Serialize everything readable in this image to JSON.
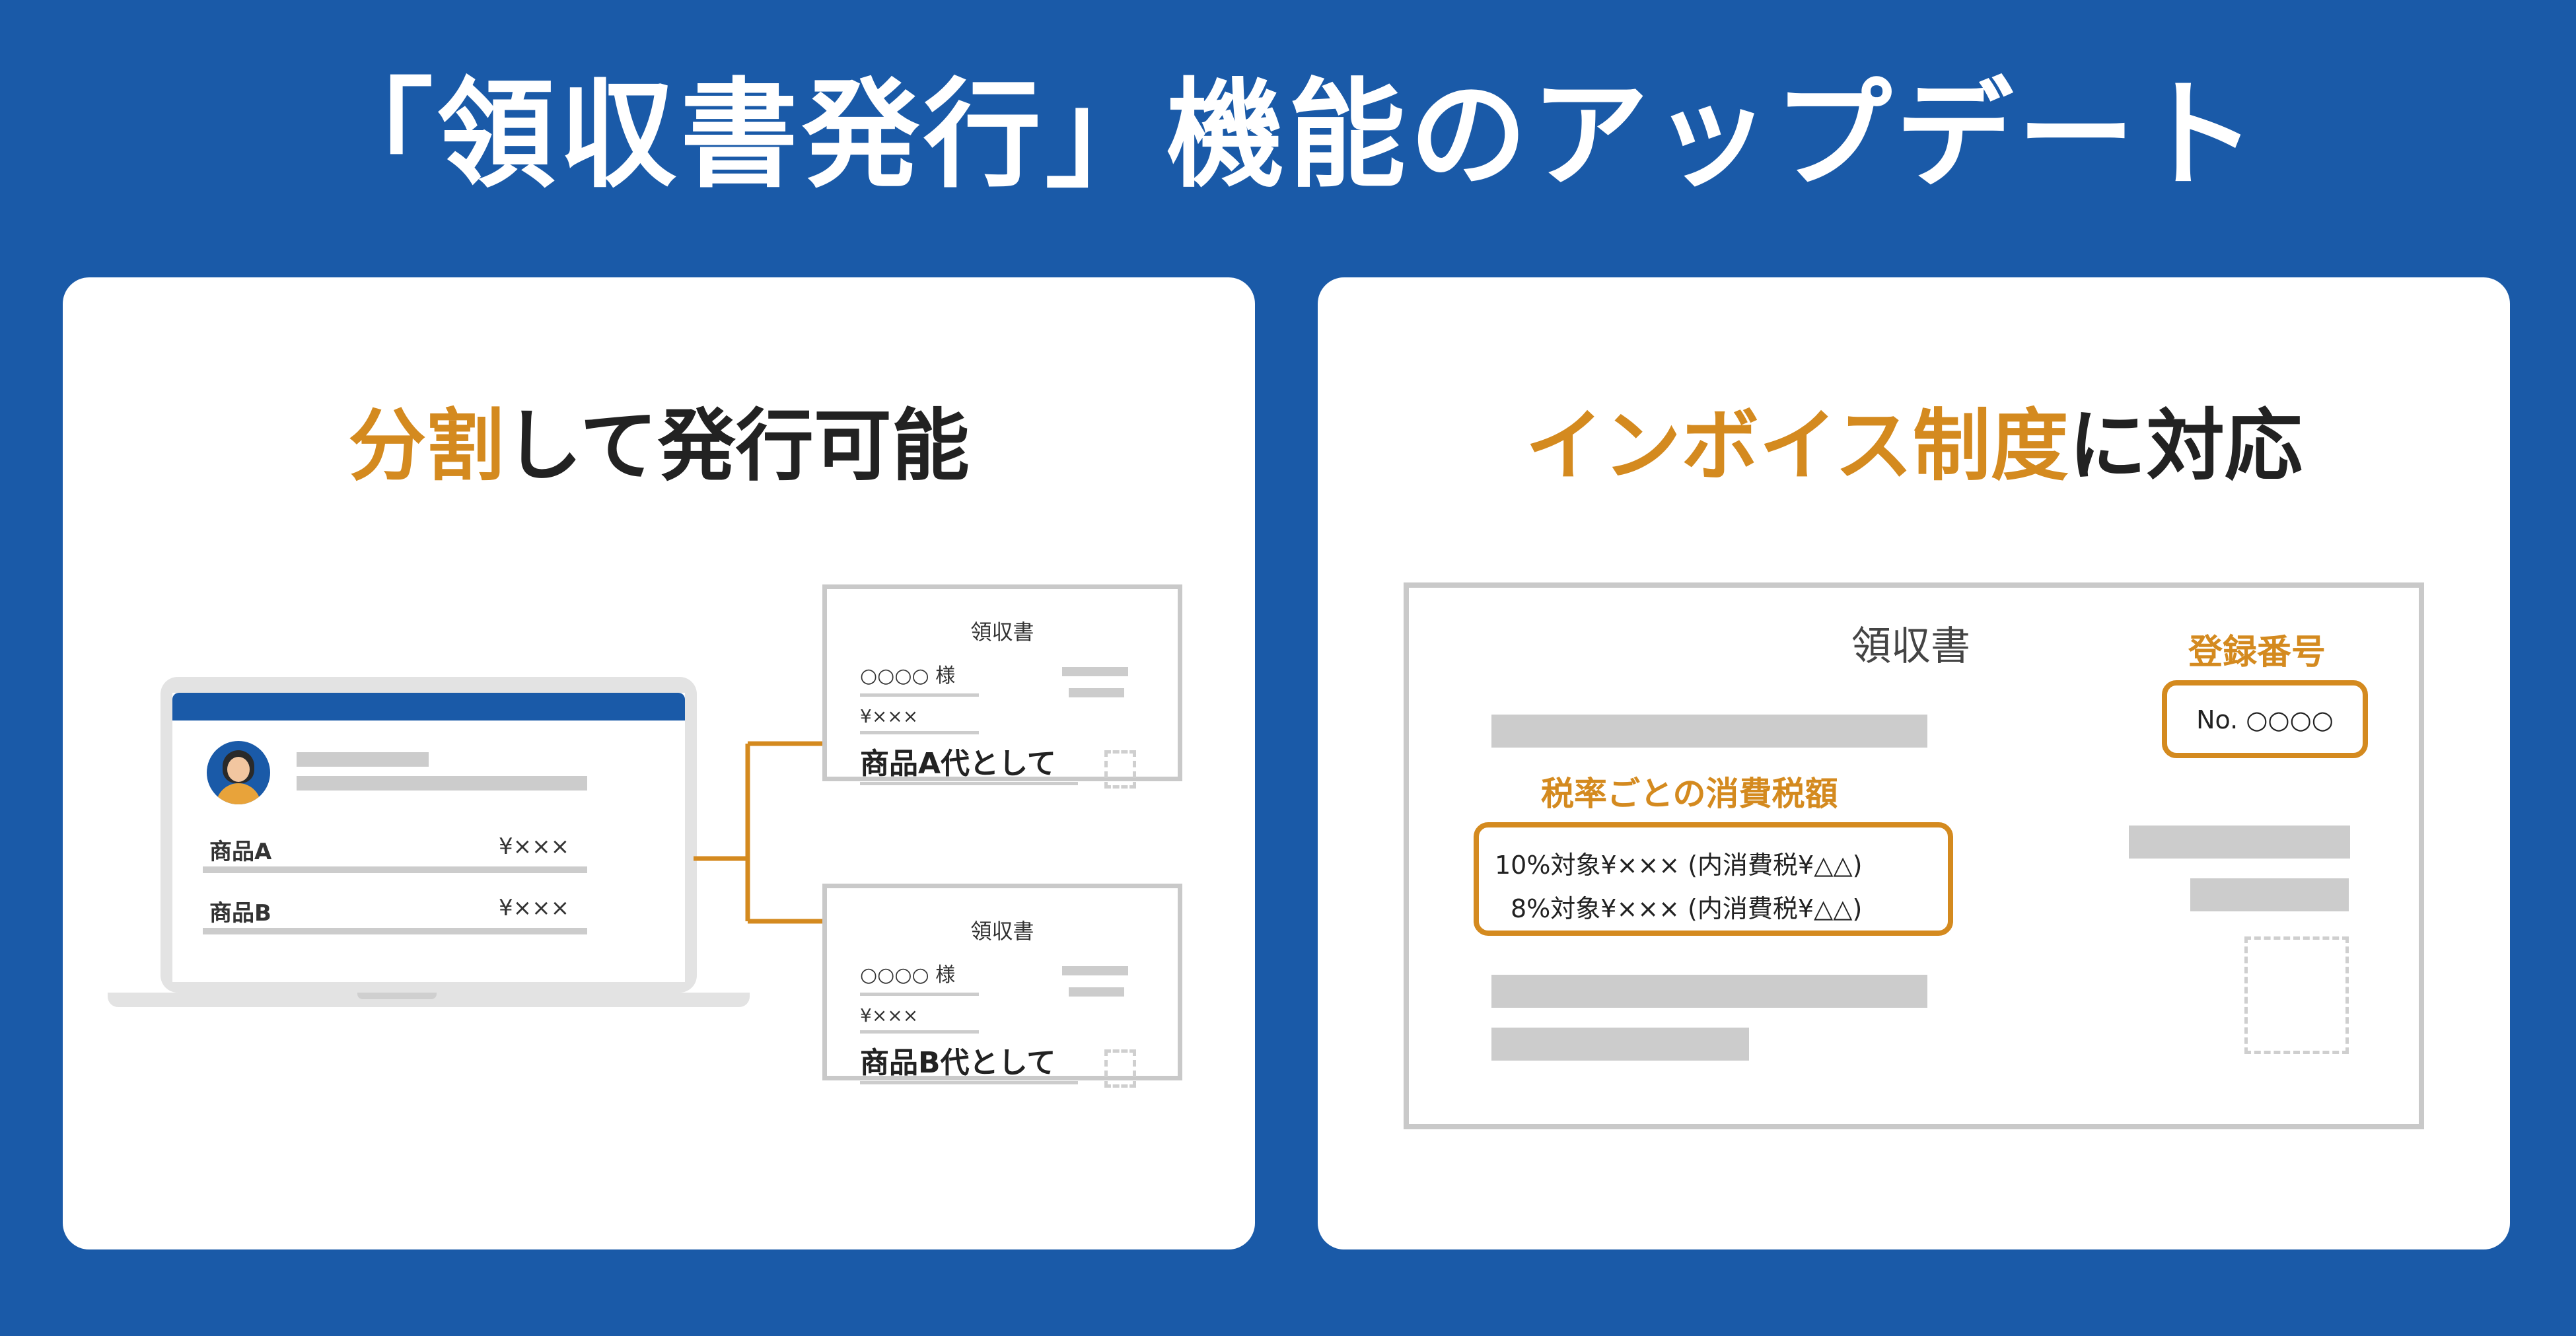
{
  "title": "「領収書発行」機能のアップデート",
  "colors": {
    "background": "#1a5aa8",
    "accent": "#d48a1f",
    "panel": "#ffffff",
    "gray": "#cccccc"
  },
  "left_panel": {
    "heading_accent": "分割",
    "heading_rest": "して発行可能",
    "laptop": {
      "rows": [
        {
          "item": "商品A",
          "price": "¥×××"
        },
        {
          "item": "商品B",
          "price": "¥×××"
        }
      ]
    },
    "receipts": [
      {
        "title": "領収書",
        "name": "○○○○ 様",
        "amount": "¥×××",
        "memo": "商品A代として"
      },
      {
        "title": "領収書",
        "name": "○○○○ 様",
        "amount": "¥×××",
        "memo": "商品B代として"
      }
    ]
  },
  "right_panel": {
    "heading_accent": "インボイス制度",
    "heading_rest": "に対応",
    "receipt_title": "領収書",
    "reg_label": "登録番号",
    "reg_value": "No. ○○○○",
    "tax_label": "税率ごとの消費税額",
    "tax_lines": [
      "10%対象¥××× (内消費税¥△△)",
      "8%対象¥××× (内消費税¥△△)"
    ]
  }
}
